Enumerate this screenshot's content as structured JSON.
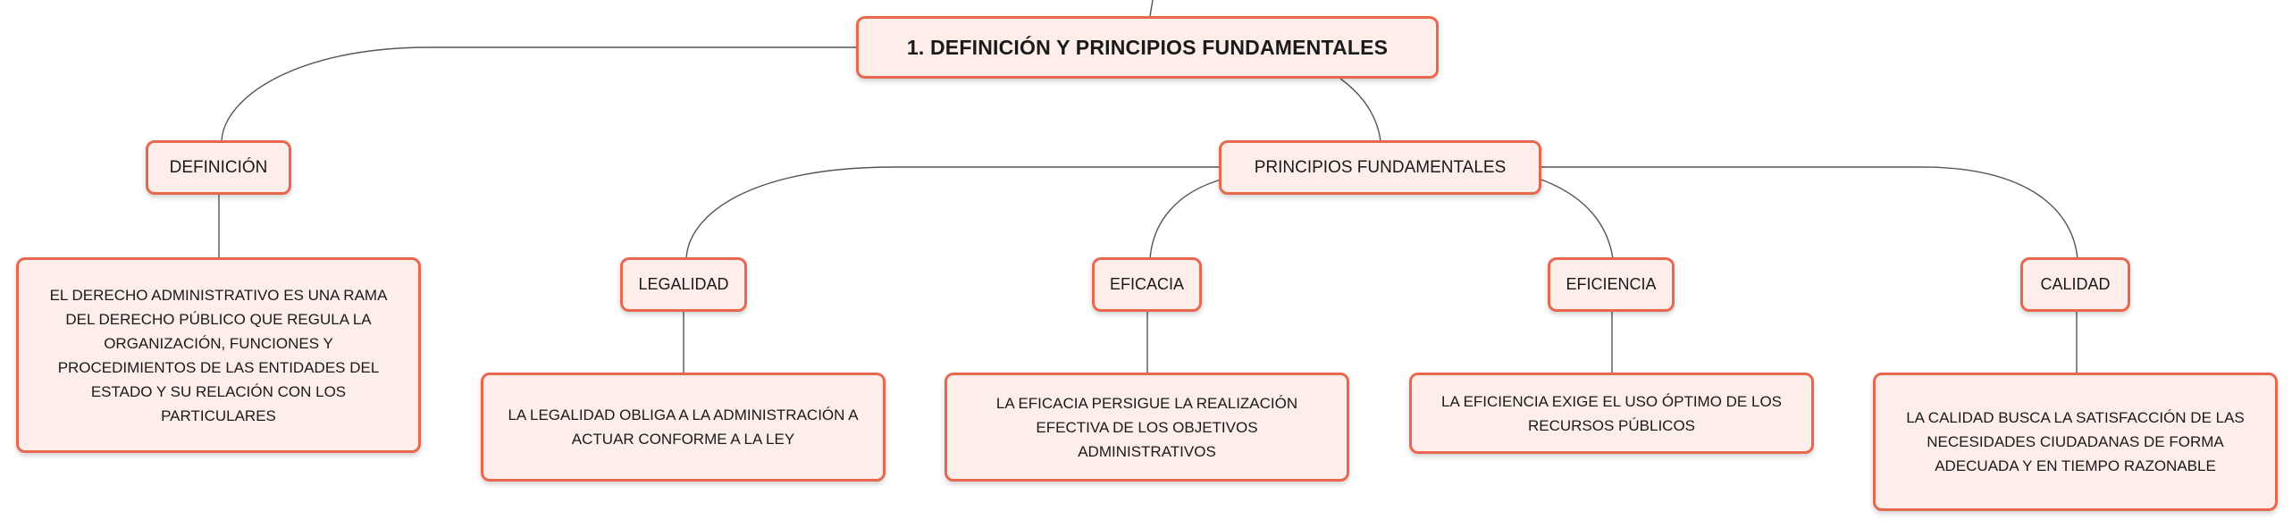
{
  "mindmap": {
    "root": {
      "label": "1. DEFINICIÓN Y PRINCIPIOS FUNDAMENTALES"
    },
    "definicion": {
      "label": "DEFINICIÓN",
      "detail": "EL DERECHO ADMINISTRATIVO ES UNA RAMA DEL DERECHO PÚBLICO QUE REGULA LA ORGANIZACIÓN, FUNCIONES Y PROCEDIMIENTOS DE LAS ENTIDADES DEL ESTADO Y SU RELACIÓN CON LOS PARTICULARES"
    },
    "principios": {
      "label": "PRINCIPIOS FUNDAMENTALES",
      "items": [
        {
          "label": "LEGALIDAD",
          "detail": "LA LEGALIDAD OBLIGA A LA ADMINISTRACIÓN A ACTUAR CONFORME A LA LEY"
        },
        {
          "label": "EFICACIA",
          "detail": "LA EFICACIA PERSIGUE LA REALIZACIÓN EFECTIVA DE LOS OBJETIVOS ADMINISTRATIVOS"
        },
        {
          "label": "EFICIENCIA",
          "detail": "LA EFICIENCIA EXIGE EL USO ÓPTIMO DE LOS RECURSOS PÚBLICOS"
        },
        {
          "label": "CALIDAD",
          "detail": "LA CALIDAD BUSCA LA SATISFACCIÓN DE LAS NECESIDADES CIUDADANAS DE FORMA ADECUADA Y EN TIEMPO RAZONABLE"
        }
      ]
    }
  },
  "colors": {
    "node_border": "#e8684f",
    "node_fill": "#fdeeea",
    "connector": "#555555"
  }
}
